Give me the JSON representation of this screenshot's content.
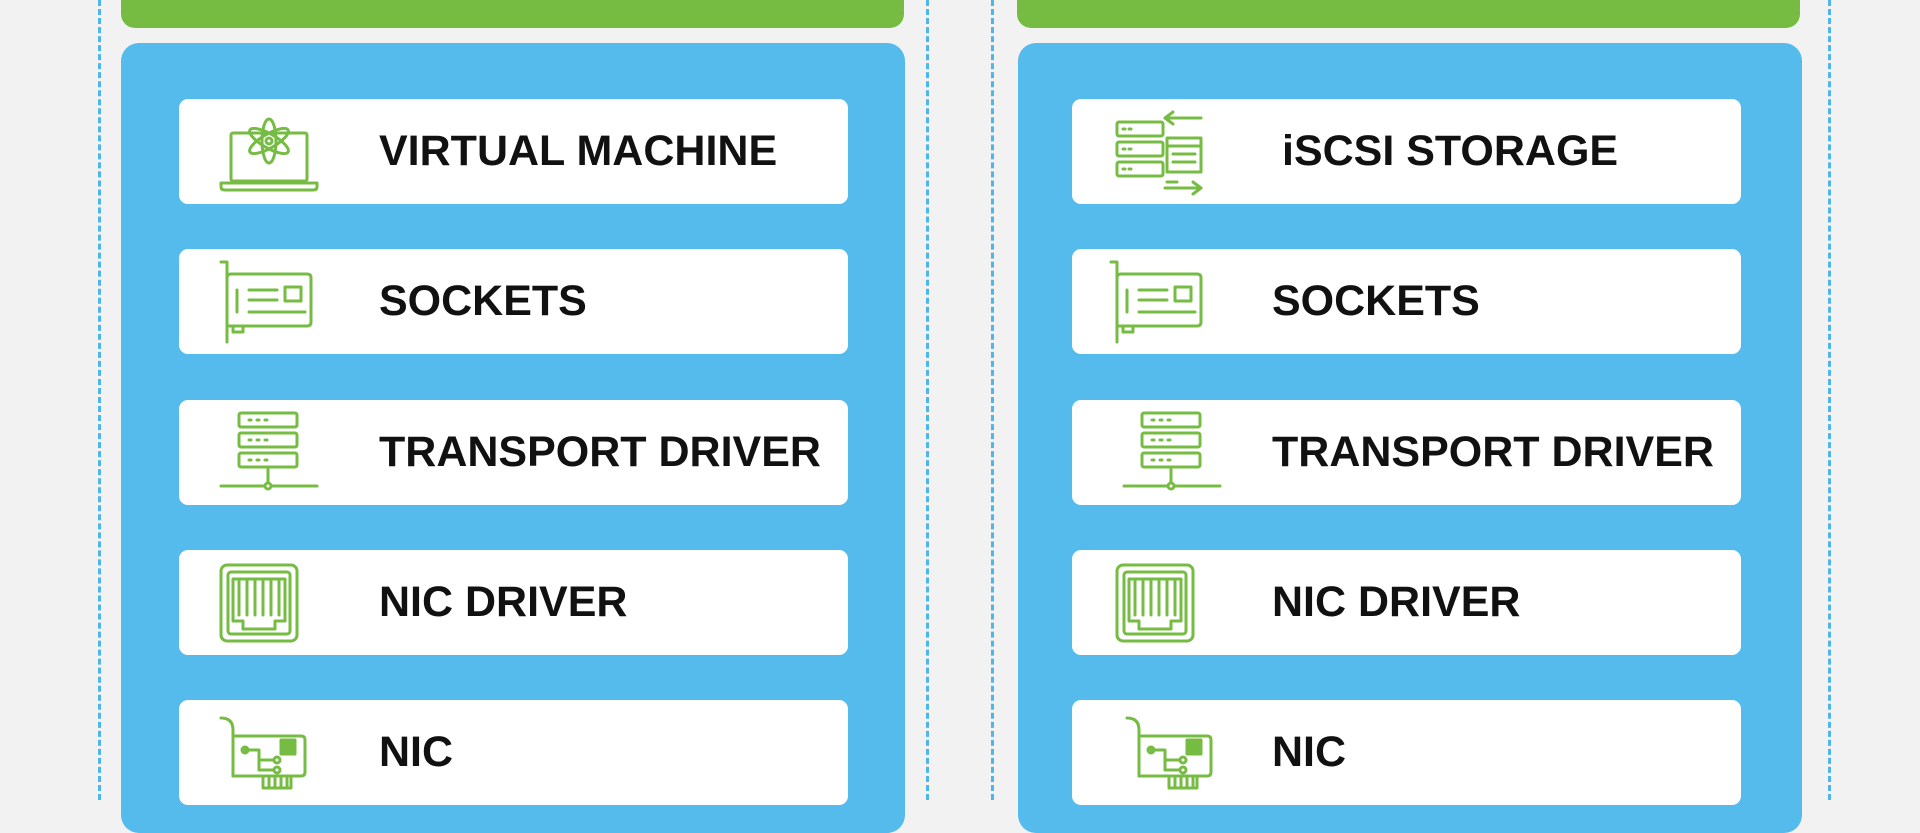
{
  "colors": {
    "background": "#f2f2f2",
    "header_bar": "#76bc43",
    "stack_panel": "#54bbec",
    "row_background": "#ffffff",
    "icon": "#76bc43",
    "text": "#111111",
    "divider": "#4eb6ea"
  },
  "left_stack": {
    "layers": [
      {
        "label": "VIRTUAL MACHINE",
        "icon": "laptop-atom-icon"
      },
      {
        "label": "SOCKETS",
        "icon": "network-card-icon"
      },
      {
        "label": "TRANSPORT DRIVER",
        "icon": "server-network-icon"
      },
      {
        "label": "NIC DRIVER",
        "icon": "ethernet-port-icon"
      },
      {
        "label": "NIC",
        "icon": "pci-card-icon"
      }
    ]
  },
  "right_stack": {
    "layers": [
      {
        "label": "iSCSI STORAGE",
        "icon": "storage-transfer-icon"
      },
      {
        "label": "SOCKETS",
        "icon": "network-card-icon"
      },
      {
        "label": "TRANSPORT DRIVER",
        "icon": "server-network-icon"
      },
      {
        "label": "NIC DRIVER",
        "icon": "ethernet-port-icon"
      },
      {
        "label": "NIC",
        "icon": "pci-card-icon"
      }
    ]
  }
}
